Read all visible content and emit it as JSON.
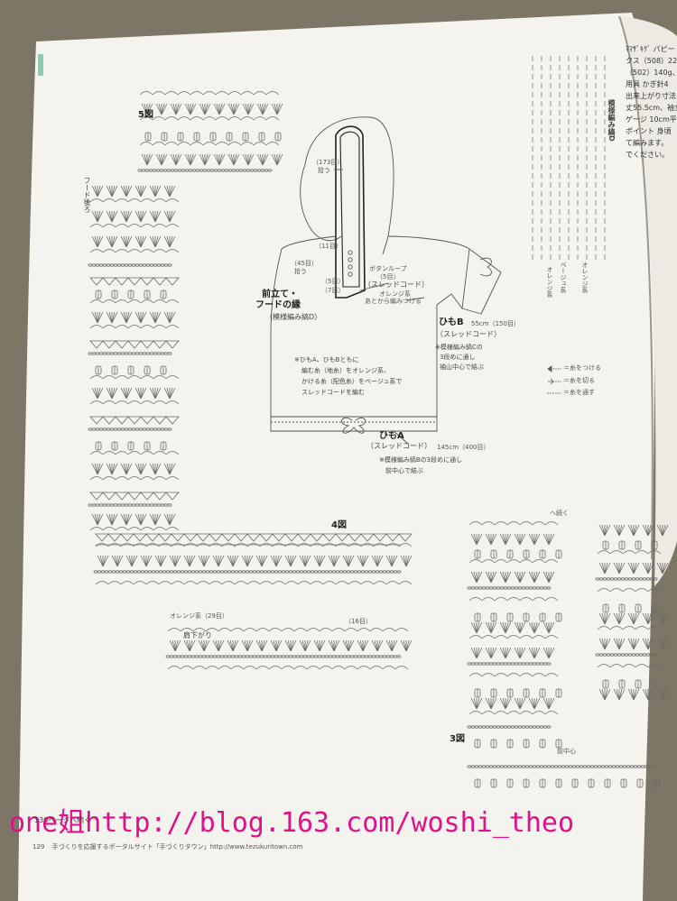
{
  "colors": {
    "page": "#f4f3ee",
    "background": "#7d7566",
    "ink": "#555555",
    "watermark": "#e0108c"
  },
  "diagram5": {
    "title": "5図",
    "side_label": "フード後ろ"
  },
  "diagram4": {
    "title": "4図",
    "width_label": "オレンジ系（29目）",
    "shoulder_label": "肩下がり",
    "count16": "（16目）"
  },
  "diagram3": {
    "title": "3図",
    "center_label": "前中心",
    "continue_label": "へ続く"
  },
  "garment": {
    "hood_count": "（173目）",
    "hood_pick": "拾う",
    "count11": "（11目）",
    "count45": "（45目）",
    "pick45": "拾う",
    "count5": "（5目）",
    "count7": "（7目）",
    "front_edge_title_1": "前立て・",
    "front_edge_title_2": "フードの縁",
    "front_edge_sub": "（模様編み縞D）",
    "button_loop": "ボタンループ",
    "button_loop_count": "（5目）",
    "slid_code_1": "（スレッドコード）",
    "orange": "オレンジ系",
    "attach_later": "あとから編みつける",
    "himo_b_title": "ひもB",
    "himo_b_len": "55cm（150目）",
    "himo_b_sub": "（スレッドコード）",
    "himo_b_note_1": "※模様編み縞Cの",
    "himo_b_note_2": "3段めに通し",
    "himo_b_note_3": "袖山中心で結ぶ",
    "body_note_1": "※ひもA、ひもBともに",
    "body_note_2": "編む糸（地糸）をオレンジ系、",
    "body_note_3": "かける糸（配色糸）をベージュ系で",
    "body_note_4": "スレッドコードを編む",
    "himo_a_title": "ひもA",
    "himo_a_sub": "（スレッドコード）",
    "himo_a_len": "145cm（400目）",
    "himo_a_note_1": "※模様編み縞Bの3段めに通し",
    "himo_a_note_2": "前中心で結ぶ"
  },
  "legend": {
    "item1": "＝糸をつける",
    "item2": "＝糸を切る",
    "item3": "＝糸を通す",
    "col1": "ベージュ系",
    "col2": "オレンジ系",
    "col3": "オレンジ系"
  },
  "right_page": {
    "l1": "ﾏﾏｻﾞｷｸﾞ パピー",
    "l2": "クス（508）22",
    "l3": "（502）140g、",
    "l4": "用具 かぎ針4",
    "l5": "出来上がり寸法",
    "l6": "丈55.5cm、袖丈",
    "l7": "ゲージ 10cm平",
    "l8": "ポイント 身頃",
    "l9": "て編みます。",
    "l10": "でください。",
    "side_title": "模様編み縞D"
  },
  "watermark": "one姐http://blog.163.com/woshi_theo",
  "footer": {
    "continue": "130ページへ続く",
    "page": "129",
    "portal": "手づくりを応援するポータルサイト「手づくりタウン」http://www.tezukuritown.com"
  }
}
